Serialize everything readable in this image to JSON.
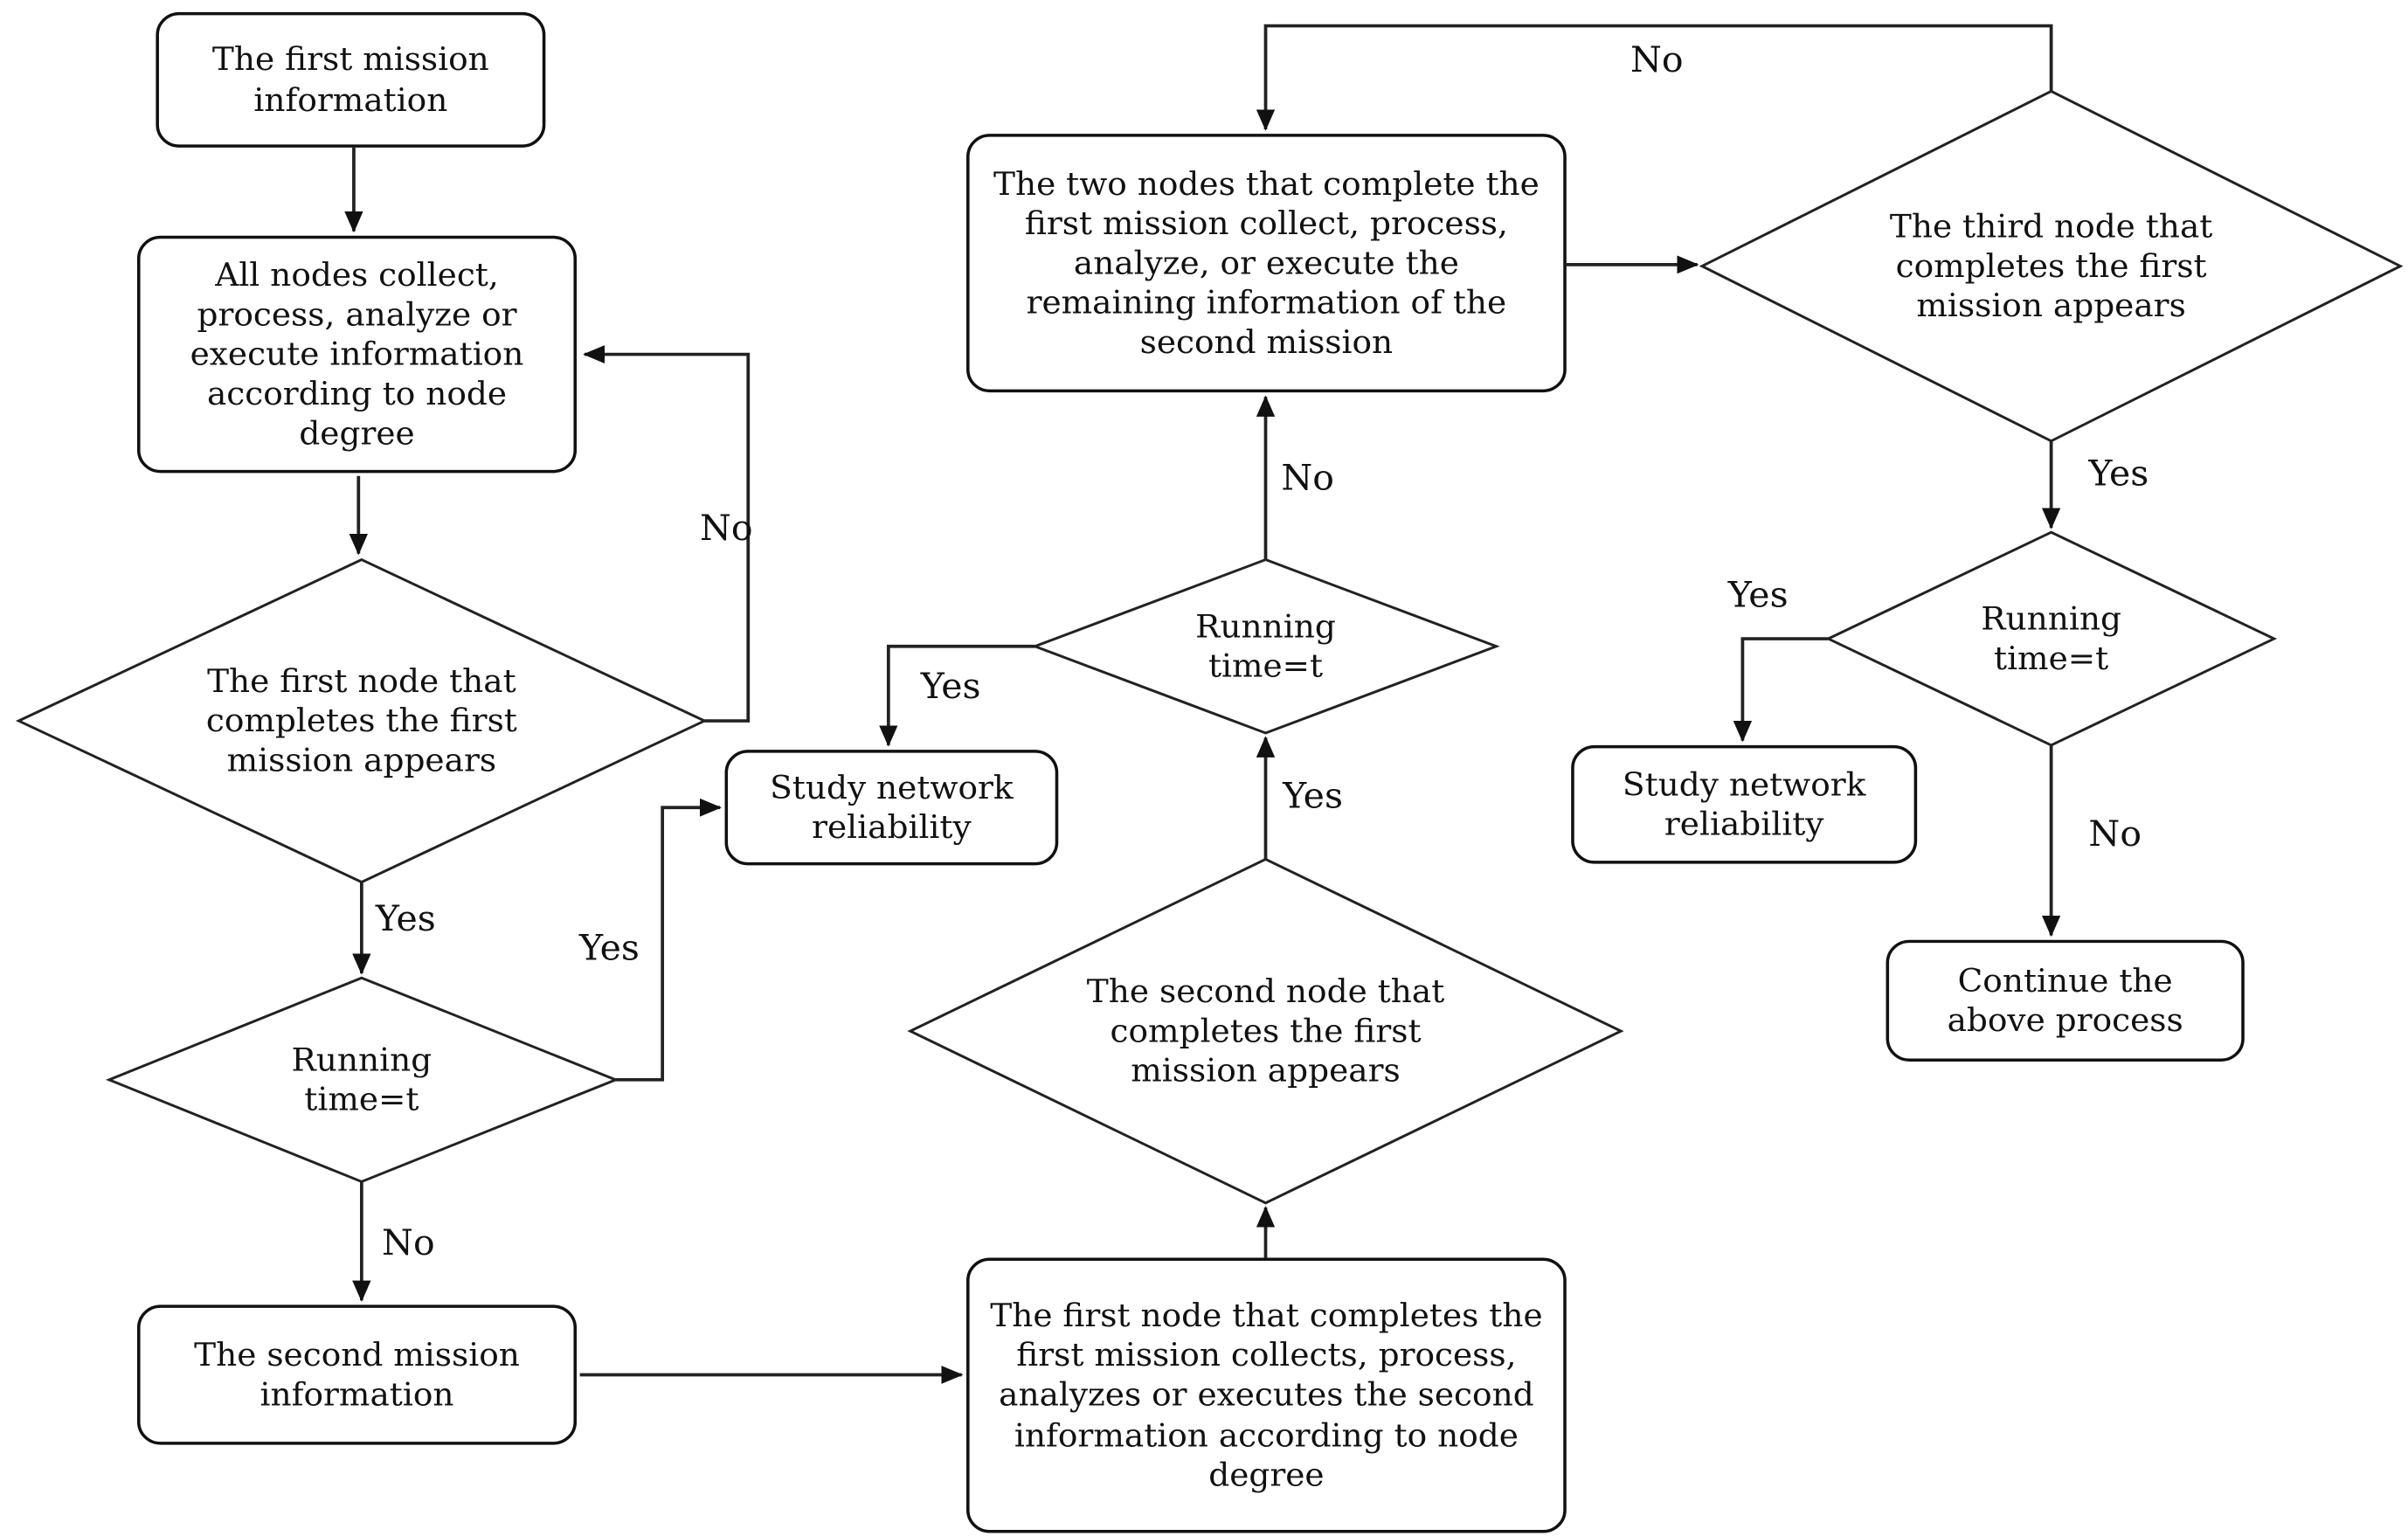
{
  "figure": {
    "type": "flowchart",
    "background": "#ffffff",
    "line_color": "#1a1a1a"
  },
  "nodes": {
    "first_mission_info": {
      "label": "The first mission information",
      "shape": "rounded-rect"
    },
    "all_nodes_collect": {
      "label": "All nodes collect, process, analyze or execute information according to node degree",
      "shape": "rounded-rect"
    },
    "first_node_appears": {
      "label": "The first node that completes the first mission appears",
      "shape": "diamond"
    },
    "running_time_1": {
      "label": "Running time=t",
      "shape": "diamond"
    },
    "second_mission_info": {
      "label": "The second mission information",
      "shape": "rounded-rect"
    },
    "first_node_processes_second": {
      "label": "The first node that completes the first mission collects, process, analyzes or executes the second information according to node degree",
      "shape": "rounded-rect"
    },
    "second_node_appears": {
      "label": "The second node that completes the first mission appears",
      "shape": "diamond"
    },
    "running_time_2": {
      "label": "Running time=t",
      "shape": "diamond"
    },
    "study_network_reliability_1": {
      "label": "Study network reliability",
      "shape": "rounded-rect"
    },
    "two_nodes_process_remaining": {
      "label": "The two nodes that complete the first mission collect, process, analyze, or execute the remaining information of the second mission",
      "shape": "rounded-rect"
    },
    "third_node_appears": {
      "label": "The third node that completes the first mission appears",
      "shape": "diamond"
    },
    "running_time_3": {
      "label": "Running time=t",
      "shape": "diamond"
    },
    "study_network_reliability_2": {
      "label": "Study network reliability",
      "shape": "rounded-rect"
    },
    "continue_above_process": {
      "label": "Continue the above process",
      "shape": "rounded-rect"
    }
  },
  "edge_labels": {
    "first_node_no": "No",
    "first_node_yes": "Yes",
    "running1_yes": "Yes",
    "running1_no": "No",
    "second_node_yes": "Yes",
    "running2_yes": "Yes",
    "running2_no": "No",
    "third_node_loop_no": "No",
    "third_node_yes": "Yes",
    "running3_yes": "Yes",
    "running3_no": "No"
  }
}
